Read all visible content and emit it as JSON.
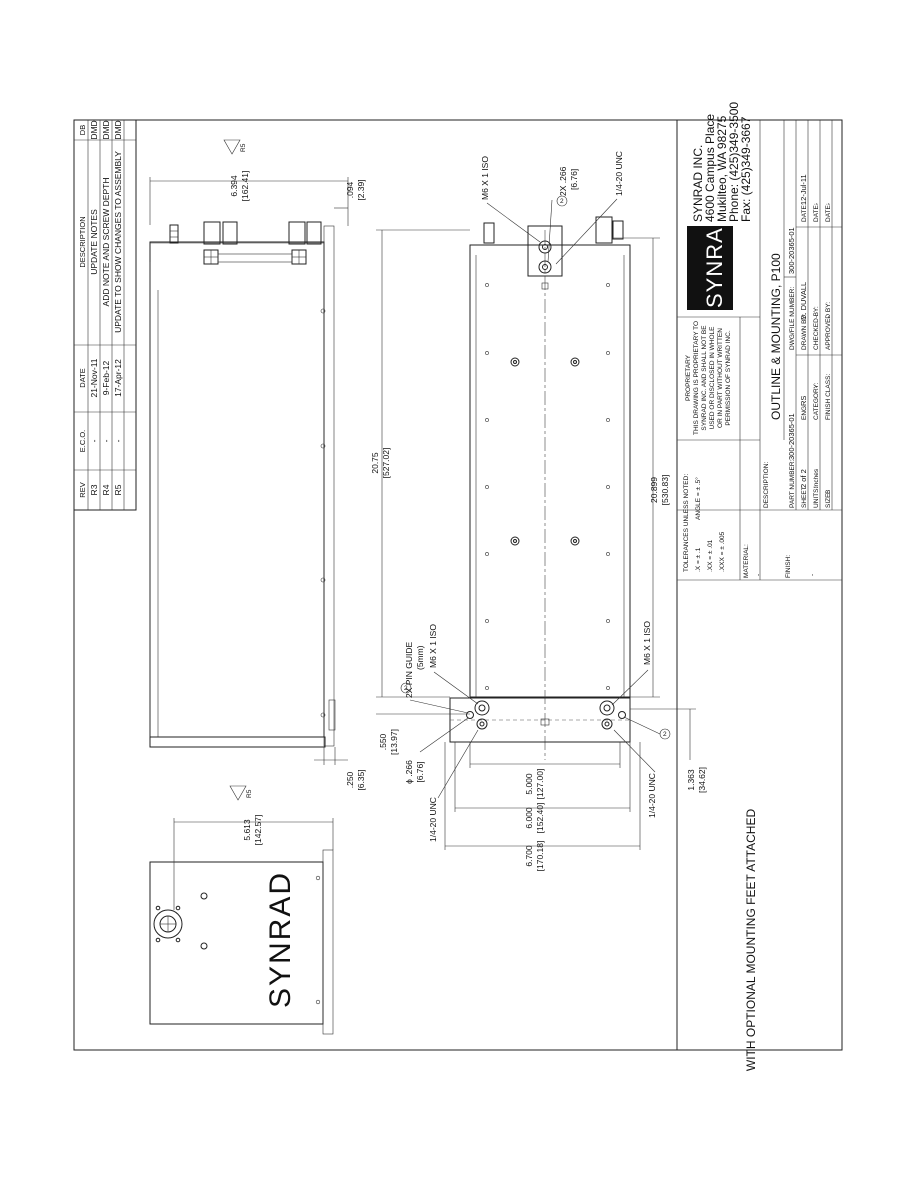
{
  "revision_table": {
    "headers": {
      "rev": "REV",
      "eco": "E.C.O.",
      "date": "DATE",
      "description": "DESCRIPTION",
      "db": "DB"
    },
    "rows": [
      {
        "rev": "R3",
        "eco": "-",
        "date": "21-Nov-11",
        "description": "UPDATE NOTES",
        "db": "DMD"
      },
      {
        "rev": "R4",
        "eco": "-",
        "date": "9-Feb-12",
        "description": "ADD NOTE AND SCREW DEPTH",
        "db": "DMD"
      },
      {
        "rev": "R5",
        "eco": "-",
        "date": "17-Apr-12",
        "description": "UPDATE TO SHOW CHANGES TO ASSEMBLY",
        "db": "DMD"
      }
    ]
  },
  "side_view": {
    "dim_height": "6.394",
    "dim_height_mm": "[162.41]",
    "dim_offset": ".094",
    "dim_offset_mm": "[2.39]",
    "dim_bottom": ".250",
    "dim_bottom_mm": "[6.35]",
    "rev_flag": "R5"
  },
  "top_view": {
    "dim_length": "20.75",
    "dim_length_mm": "[527.02]",
    "dim_overall": "20.899",
    "dim_overall_mm": "[530.83]",
    "label_m6_top": "M6 X 1 ISO",
    "label_2x_266": "2X .266",
    "label_2x_266_mm": "[6.76]",
    "label_unc_top": "1/4-20 UNC",
    "label_pin_guide": "2X PIN GUIDE",
    "label_pin_guide_size": "(5mm)",
    "label_m6_left": "M6 X 1 ISO",
    "label_m6_right": "M6 X 1 ISO",
    "dim_550": ".550",
    "dim_550_mm": "[13.97]",
    "dim_phi": "ϕ .266",
    "dim_phi_mm": "[6.76]",
    "dim_5000": "5.000",
    "dim_5000_mm": "[127.00]",
    "dim_6000": "6.000",
    "dim_6000_mm": "[152.40]",
    "dim_6700": "6.700",
    "dim_6700_mm": "[170.18]",
    "label_unc_left": "1/4-20 UNC",
    "label_unc_right": "1/4-20 UNC",
    "dim_1363": "1.363",
    "dim_1363_mm": "[34.62]",
    "callout": "2",
    "caption": "WITH OPTIONAL MOUNTING FEET ATTACHED"
  },
  "end_view": {
    "logo": "SYNRAD",
    "dim_width": "5.613",
    "dim_width_mm": "[142.57]",
    "rev_flag": "R5"
  },
  "tolerance_block": {
    "title": "TOLERANCES UNLESS NOTED:",
    "x": ".X = ± .1",
    "xx": ".XX = ± .01",
    "xxx": ".XXX = ± .005",
    "angle": "ANGLE = ± .5°",
    "material_label": "MATERIAL:",
    "material_value": "-",
    "finish_label": "FINISH:",
    "finish_value": "-"
  },
  "proprietary": {
    "line1": "PROPRIETARY",
    "line2": "THIS DRAWING IS PROPRIETARY TO",
    "line3": "SYNRAD INC. AND SHALL NOT BE",
    "line4": "USED OR DISCLOSED IN WHOLE",
    "line5": "OR IN PART WITHOUT WRITTEN",
    "line6": "PERMISSION OF SYNRAD INC."
  },
  "company": {
    "logo": "SYNRAD",
    "name": "SYNRAD INC.",
    "address1": "4600 Campus Place",
    "address2": "Mukilteo, WA 98275",
    "phone": "Phone: (425)349-3500",
    "fax": "Fax: (425)349-3667"
  },
  "title_block": {
    "description_label": "DESCRIPTION:",
    "description": "OUTLINE & MOUNTING, P100",
    "part_number_label": "PART NUMBER:",
    "part_number": "300-20365-01",
    "dwg_file_label": "DWG/FILE NUMBER:",
    "dwg_file": "300-20365-01",
    "sheet_label": "SHEET",
    "sheet": "2  of  2",
    "eng_label": "ENG.",
    "eng": "RS",
    "drawn_label": "DRAWN BY:",
    "drawn": "D. DUVALL",
    "date_label": "DATE:",
    "date": "12-Jul-11",
    "units_label": "UNITS:",
    "units": "Inches",
    "category_label": "CATEGORY:",
    "category": "-",
    "checked_label": "CHECKED BY:",
    "checked": "-",
    "date2_label": "DATE:",
    "date2": "-",
    "size_label": "SIZE:",
    "size": "B",
    "finish_class_label": "FINISH CLASS:",
    "finish_class": "-",
    "approved_label": "APPROVED BY:",
    "approved": "-",
    "date3_label": "DATE:",
    "date3": "-"
  }
}
